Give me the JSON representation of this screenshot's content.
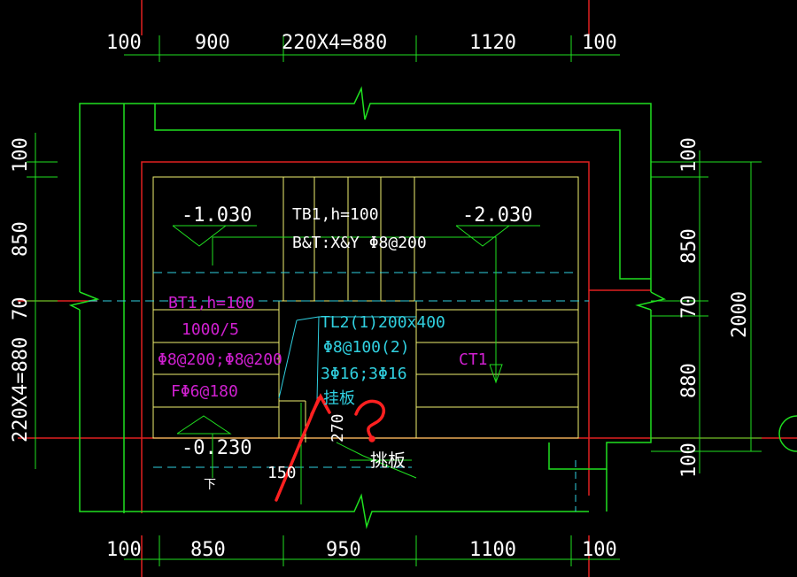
{
  "colors": {
    "background": "#000000",
    "wall": "#20e020",
    "axis": "#e02020",
    "stair": "#f0f070",
    "cyan": "#30d0e0",
    "magenta": "#d020d0",
    "dimension": "#ffffff",
    "annotation": "#ff2020"
  },
  "dims": {
    "top": [
      "100",
      "900",
      "220X4=880",
      "1120",
      "100"
    ],
    "bottom": [
      "100",
      "850",
      "950",
      "1100",
      "100"
    ],
    "left": [
      "100",
      "850",
      "220X4=880",
      "70"
    ],
    "right": [
      "100",
      "850",
      "70",
      "880",
      "100",
      "2000"
    ]
  },
  "levels": {
    "l1": "-1.030",
    "l2": "-2.030",
    "l3": "-0.230"
  },
  "labels": {
    "tb1_1": "TB1,h=100",
    "tb1_2": "B&T:X&Y Φ8@200",
    "bt1_1": "BT1,h=100",
    "bt1_2": "1000/5",
    "bt1_3": "Φ8@200;Φ8@200",
    "bt1_4": "FΦ6@180",
    "tl2_1": "TL2(1)200x400",
    "tl2_2": "Φ8@100(2)",
    "tl2_3": "3Φ16;3Φ16",
    "tl2_4": "挂板",
    "ct1": "CT1",
    "d270": "270",
    "d150": "150",
    "down": "下",
    "tiaoban": "挑板"
  }
}
